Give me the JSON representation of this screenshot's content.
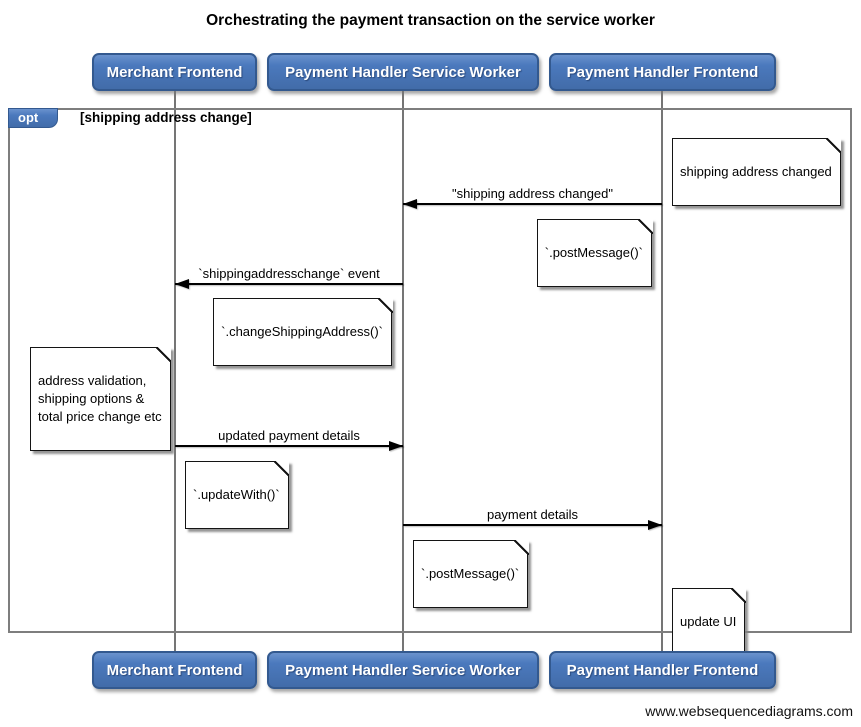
{
  "title": "Orchestrating the payment transaction on the service worker",
  "actors": {
    "merchant_frontend": "Merchant Frontend",
    "payment_handler_service_worker": "Payment Handler Service Worker",
    "payment_handler_frontend": "Payment Handler Frontend"
  },
  "opt_frame": {
    "operator_label": "opt",
    "condition_label": "[shipping address change]"
  },
  "messages": {
    "shipping_address_changed": "\"shipping address changed\"",
    "shippingaddresschange_event": "`shippingaddresschange` event",
    "updated_payment_details": "updated payment details",
    "payment_details": "payment details"
  },
  "notes": {
    "shipping_address_changed": "shipping address changed",
    "post_message_1": "`.postMessage()`",
    "change_shipping_address": "`.changeShippingAddress()`",
    "address_validation": "address validation,\nshipping options &\ntotal price change etc",
    "update_with": "`.updateWith()`",
    "post_message_2": "`.postMessage()`",
    "update_ui": "update UI"
  },
  "watermark": "www.websequencediagrams.com",
  "colors": {
    "actor_fill": "#4b79bd",
    "actor_border": "#33598f",
    "frame_border": "#7e7e7e",
    "note_fill": "#ffffff",
    "line": "#000000"
  }
}
